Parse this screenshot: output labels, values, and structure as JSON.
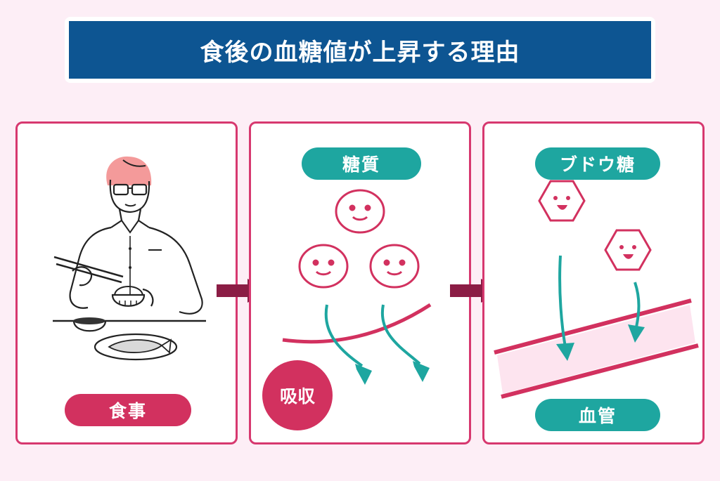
{
  "title": "食後の血糖値が上昇する理由",
  "panels": {
    "meal": {
      "label": "食事"
    },
    "carbs": {
      "label": "糖質",
      "absorb_label": "吸収"
    },
    "glucose": {
      "top_label": "ブドウ糖",
      "bottom_label": "血管"
    }
  },
  "colors": {
    "title_bg": "#0d5592",
    "accent_pink": "#d2315f",
    "teal": "#1ea6a0",
    "arrow_dark": "#8b1d45",
    "background": "#fdeef6"
  }
}
